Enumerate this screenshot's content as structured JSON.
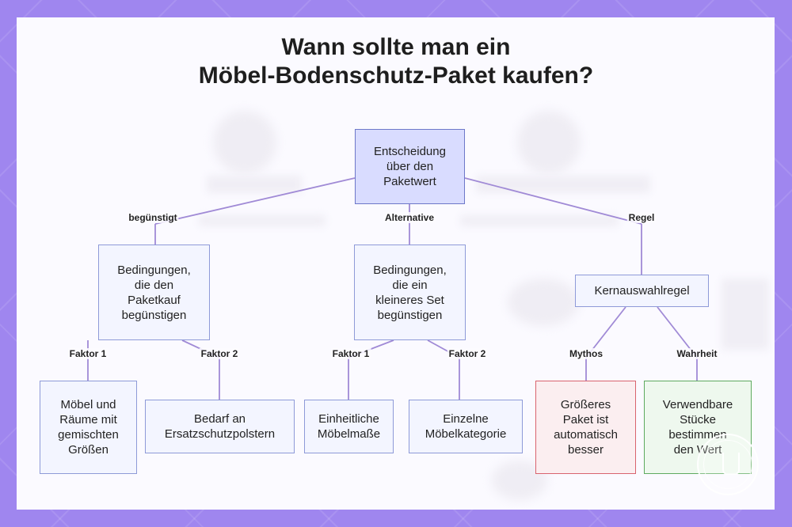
{
  "title": {
    "line1": "Wann sollte man ein",
    "line2": "Möbel-Bodenschutz-Paket kaufen?"
  },
  "nodes": {
    "root": "Entscheidung\nüber den\nPaketwert",
    "favor": "Bedingungen,\ndie den\nPaketkauf\nbegünstigen",
    "smaller": "Bedingungen,\ndie ein\nkleineres Set\nbegünstigen",
    "rule": "Kernauswahlregel",
    "mixed": "Möbel und\nRäume mit\ngemischten\nGrößen",
    "spare": "Bedarf an\nErsatzschutzpolstern",
    "uniform": "Einheitliche\nMöbelmaße",
    "single": "Einzelne\nMöbelkategorie",
    "myth": "Größeres\nPaket ist\nautomatisch\nbesser",
    "truth": "Verwendbare\nStücke\nbestimmen\nden Wert"
  },
  "edge_labels": {
    "favor": "begünstigt",
    "alternative": "Alternative",
    "rule": "Regel",
    "factor1_a": "Faktor 1",
    "factor2_a": "Faktor 2",
    "factor1_b": "Faktor 1",
    "factor2_b": "Faktor 2",
    "myth": "Mythos",
    "truth": "Wahrheit"
  },
  "colors": {
    "line": "#a08ad6",
    "root_fill": "#d9dcff",
    "node_fill": "#f3f5ff",
    "myth_border": "#d9636e",
    "truth_border": "#5eaa5f"
  }
}
